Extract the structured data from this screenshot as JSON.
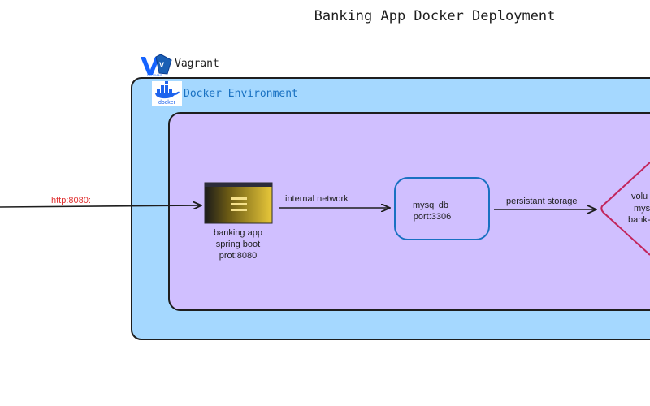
{
  "title": "Banking App Docker Deployment",
  "vagrant": {
    "label": "Vagrant",
    "logo_text": "VAGRANT",
    "icon": "vagrant-logo-icon"
  },
  "docker": {
    "label": "Docker Environment",
    "logo_text": "docker",
    "icon": "docker-whale-icon"
  },
  "edges": {
    "external_label": "http:8080:",
    "internal_label": "internal network",
    "storage_label": "persistant storage"
  },
  "nodes": {
    "app": {
      "lines": [
        "banking app",
        "spring boot",
        "prot:8080"
      ]
    },
    "db": {
      "lines": [
        "mysql db",
        "port:3306"
      ]
    },
    "volume": {
      "lines": [
        "volu",
        "mys",
        "bank-"
      ]
    }
  },
  "colors": {
    "vagrant_fill": "#a5d8ff",
    "network_fill": "#d0bfff",
    "stroke": "#1e1e1e",
    "db_stroke": "#1971c2",
    "volume_stroke": "#c2255c",
    "external_label": "#e03131",
    "docker_label": "#1971c2"
  }
}
